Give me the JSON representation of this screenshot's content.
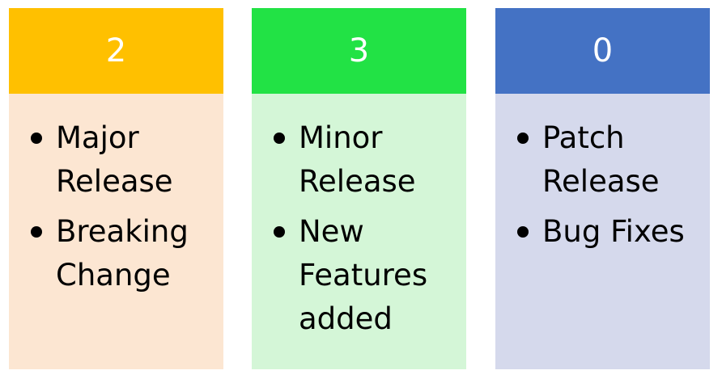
{
  "columns": [
    {
      "number": "2",
      "header_color": "#FFC000",
      "body_color": "#FCE6D2",
      "items": [
        "Major Release",
        "Breaking Change"
      ]
    },
    {
      "number": "3",
      "header_color": "#22E245",
      "body_color": "#D4F6D7",
      "items": [
        "Minor Release",
        "New Features added"
      ]
    },
    {
      "number": "0",
      "header_color": "#4472C4",
      "body_color": "#D5D9EC",
      "items": [
        "Patch Release",
        "Bug Fixes"
      ]
    }
  ]
}
